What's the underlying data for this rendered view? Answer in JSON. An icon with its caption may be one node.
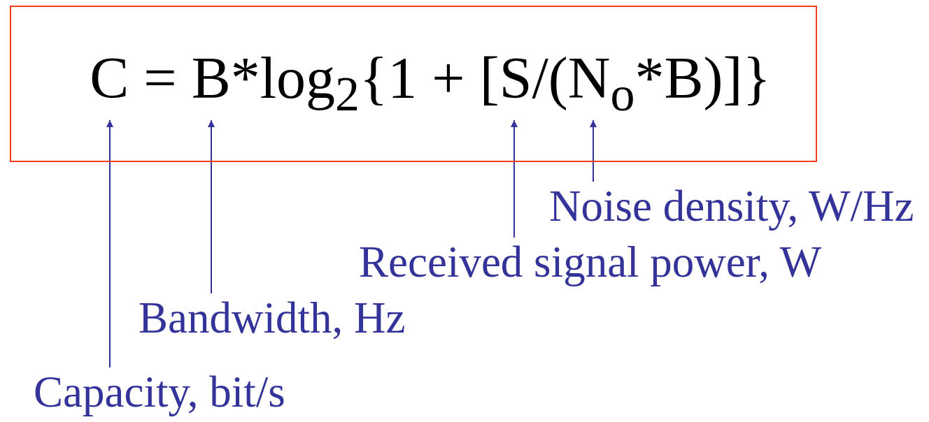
{
  "diagram": {
    "nodes": [
      {
        "text": [
          "C = B*log$_{2}${1 + [S/(N$_{o}$*B)]}"
        ]
      },
      {
        "text": [
          "Noise density, W/Hz"
        ]
      },
      {
        "text": [
          "Received signal power, W"
        ]
      },
      {
        "text": [
          "Bandwidth, Hz"
        ]
      },
      {
        "text": [
          "Capacity, bit/s"
        ]
      }
    ],
    "edges": [
      {
        "from": 4,
        "to": 0,
        "arrow": "to"
      },
      {
        "from": 3,
        "to": 0,
        "arrow": "to"
      },
      {
        "from": 2,
        "to": 0,
        "arrow": "to"
      },
      {
        "from": 1,
        "to": 0,
        "arrow": "to"
      }
    ]
  }
}
